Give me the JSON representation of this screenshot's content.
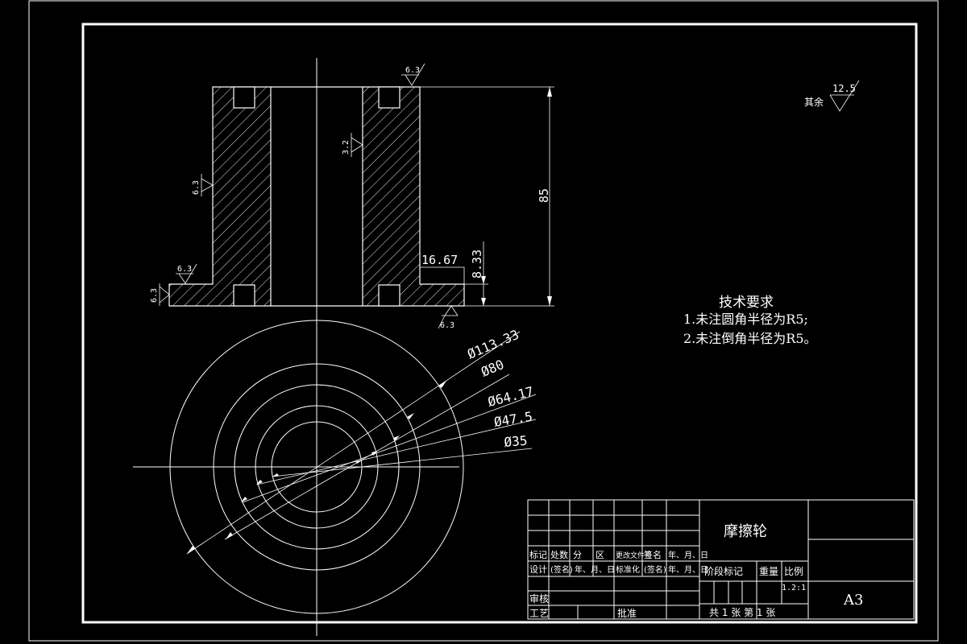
{
  "drawing": {
    "surface_roughness": {
      "top": "6.3",
      "bore": "3.2",
      "outer_wall": "6.3",
      "flange_top": "6.3",
      "flange_side": "6.3",
      "bottom": "6.3",
      "general_label": "其余",
      "general_value": "12.5"
    },
    "dimensions": {
      "height": "85",
      "flange_width": "16.67",
      "flange_height": "8.33",
      "diameters": [
        "Ø113.33",
        "Ø80",
        "Ø64.17",
        "Ø47.5",
        "Ø35"
      ]
    },
    "technical_requirements": {
      "title": "技术要求",
      "items": [
        "1.未注圆角半径为R5;",
        "2.未注倒角半径为R5。"
      ]
    },
    "title_block": {
      "part_name": "摩擦轮",
      "header_cells": [
        "标记",
        "处数",
        "分",
        "区",
        "更改文件号",
        "签名",
        "年、月、日"
      ],
      "row_design": [
        "设计",
        "(签名)",
        "年、月、日",
        "标准化",
        "(签名)",
        "年、月、日"
      ],
      "stage_mark": "阶段标记",
      "weight": "重量",
      "scale_label": "比例",
      "scale_value": "1.2:1",
      "review": "审核",
      "process": "工艺",
      "approve": "批准",
      "sheets": "共 1 张  第 1 张",
      "sheet_size": "A3"
    }
  }
}
